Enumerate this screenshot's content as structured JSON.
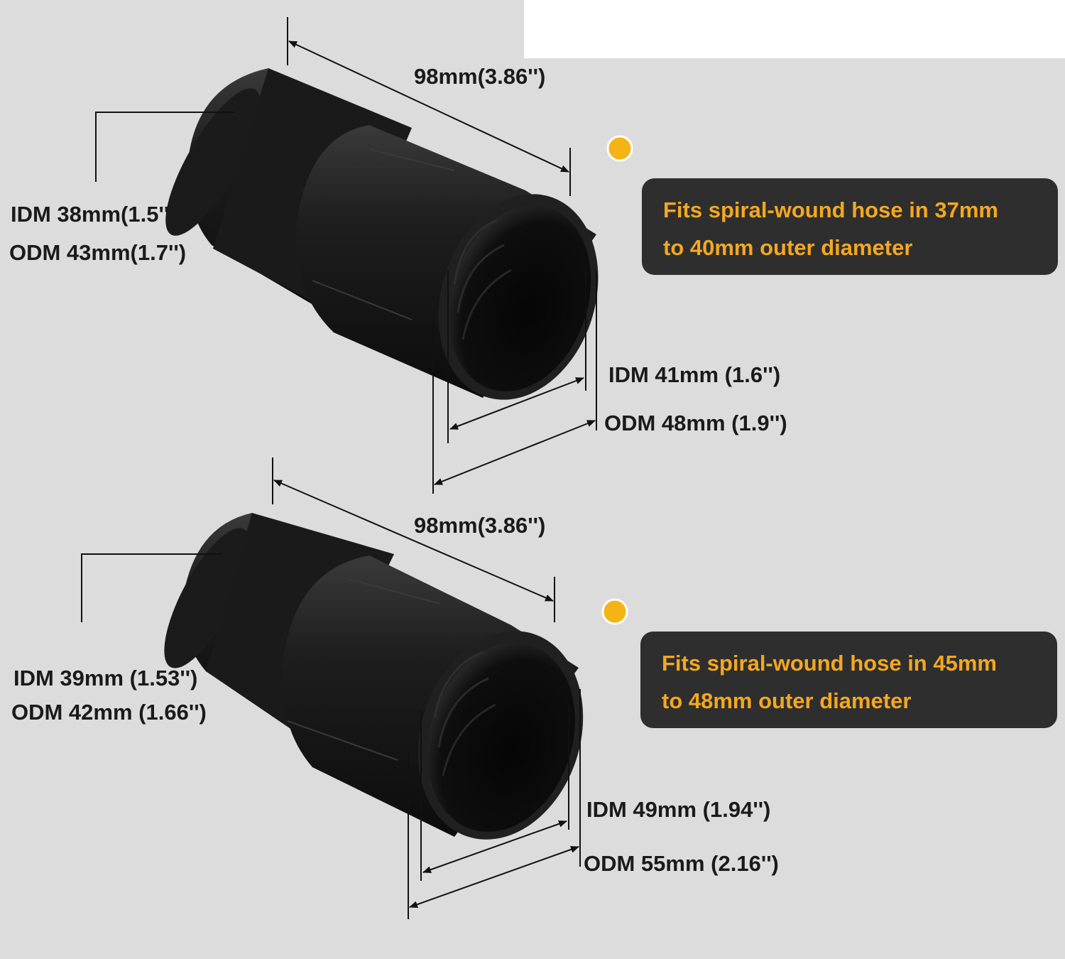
{
  "colors": {
    "background": "#dcdcdc",
    "callout_bg": "#2e2e2e",
    "callout_text": "#f3a821",
    "bullet": "#f5b416",
    "adapter": "#161616"
  },
  "adapters": [
    {
      "length_label": "98mm(3.86'')",
      "small_end": {
        "idm": "IDM 38mm(1.5'')",
        "odm": "ODM 43mm(1.7'')"
      },
      "large_end": {
        "idm": "IDM 41mm (1.6'')",
        "odm": "ODM 48mm (1.9'')"
      },
      "callout": {
        "line1": "Fits spiral-wound hose in 37mm",
        "line2": "to 40mm outer diameter"
      }
    },
    {
      "length_label": "98mm(3.86'')",
      "small_end": {
        "idm": "IDM 39mm (1.53'')",
        "odm": "ODM 42mm (1.66'')"
      },
      "large_end": {
        "idm": "IDM 49mm (1.94'')",
        "odm": "ODM 55mm (2.16'')"
      },
      "callout": {
        "line1": "Fits spiral-wound hose in 45mm",
        "line2": "to 48mm outer diameter"
      }
    }
  ]
}
